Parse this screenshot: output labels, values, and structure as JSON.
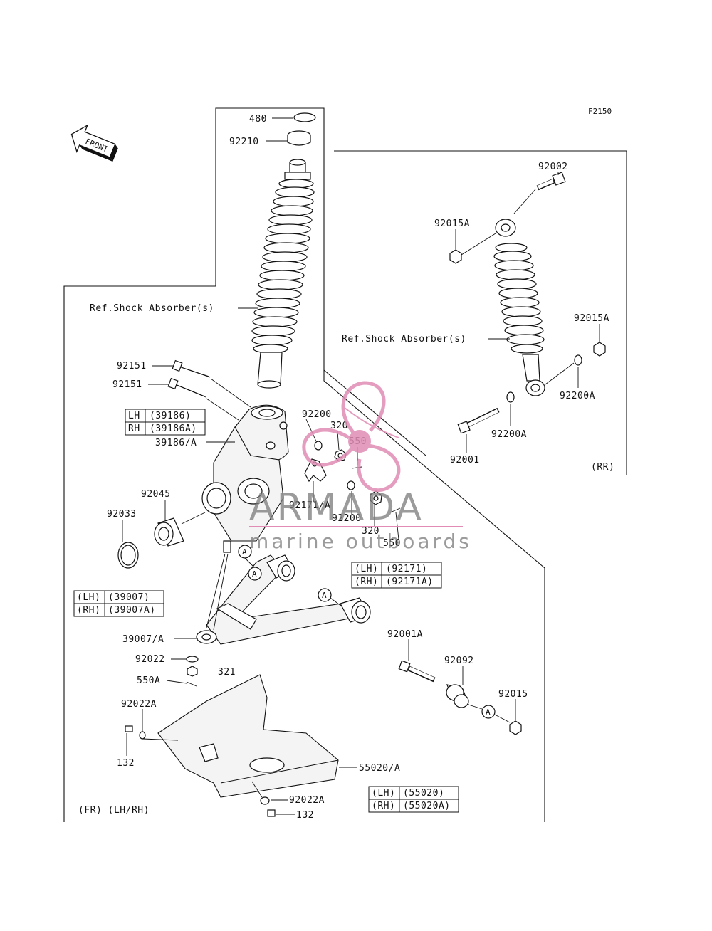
{
  "diagram": {
    "code": "F2150",
    "front_arrow_text": "FRONT",
    "ref_shock_front": "Ref.Shock Absorber(s)",
    "ref_shock_rear": "Ref.Shock Absorber(s)",
    "section_rear": "(RR)",
    "section_front": "(FR) (LH/RH)",
    "callout_letter": "A",
    "parts": {
      "p480": "480",
      "p92210": "92210",
      "p92002": "92002",
      "p92015A_top": "92015A",
      "p92015A_right": "92015A",
      "p92200A_right": "92200A",
      "p92200A_mid": "92200A",
      "p92001": "92001",
      "p92151_a": "92151",
      "p92151_b": "92151",
      "p39186A": "39186/A",
      "p92200_top": "92200",
      "p320_top": "320",
      "p550_top": "550",
      "p92045": "92045",
      "p92033": "92033",
      "p92171A": "92171/A",
      "p92200_bot": "92200",
      "p320_bot": "320",
      "p550_bot": "550",
      "p39007A": "39007/A",
      "p92022": "92022",
      "p321": "321",
      "p550A": "550A",
      "p92022A_left": "92022A",
      "p132_left": "132",
      "p55020A": "55020/A",
      "p92022A_bot": "92022A",
      "p132_bot": "132",
      "p92001A": "92001A",
      "p92092": "92092",
      "p92015": "92015"
    },
    "tables": {
      "t39186": {
        "lh_label": "LH",
        "lh_value": "(39186)",
        "rh_label": "RH",
        "rh_value": "(39186A)"
      },
      "t92171": {
        "lh_label": "(LH)",
        "lh_value": "(92171)",
        "rh_label": "(RH)",
        "rh_value": "(92171A)"
      },
      "t39007": {
        "lh_label": "(LH)",
        "lh_value": "(39007)",
        "rh_label": "(RH)",
        "rh_value": "(39007A)"
      },
      "t55020": {
        "lh_label": "(LH)",
        "lh_value": "(55020)",
        "rh_label": "(RH)",
        "rh_value": "(55020A)"
      }
    }
  },
  "watermark": {
    "brand": "ARMADA",
    "tagline": "marine outboards",
    "logo": "propeller-logo",
    "accent_color": "#e08cb4",
    "text_color": "#7a7a7a"
  }
}
